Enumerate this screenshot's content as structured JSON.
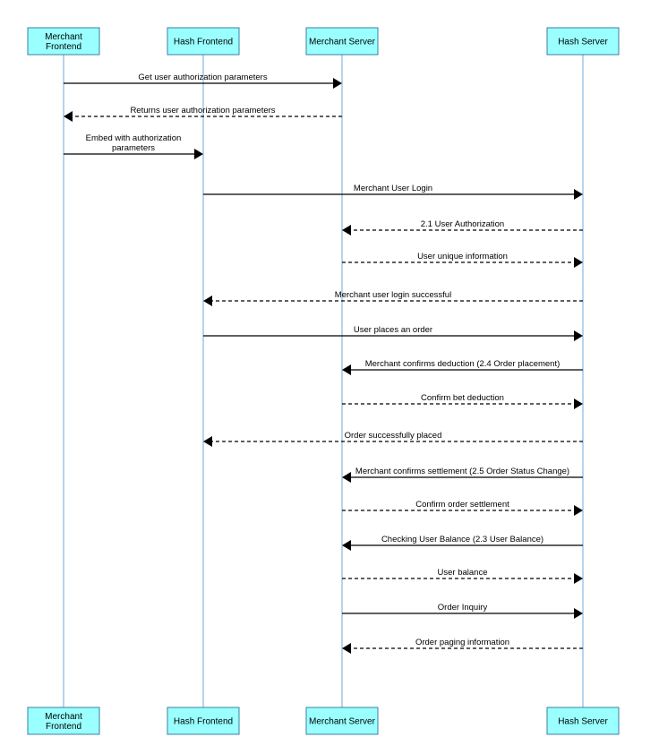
{
  "participants": [
    {
      "id": "mf",
      "label": "Merchant\nFrontend"
    },
    {
      "id": "hf",
      "label": "Hash Frontend"
    },
    {
      "id": "ms",
      "label": "Merchant Server"
    },
    {
      "id": "hs",
      "label": "Hash Server"
    }
  ],
  "messages": [
    {
      "from": "mf",
      "to": "ms",
      "label": "Get user authorization parameters",
      "style": "solid"
    },
    {
      "from": "ms",
      "to": "mf",
      "label": "Returns user authorization parameters",
      "style": "dashed"
    },
    {
      "from": "mf",
      "to": "hf",
      "label": "Embed with authorization\nparameters",
      "style": "solid"
    },
    {
      "from": "hf",
      "to": "hs",
      "label": "Merchant User Login",
      "style": "solid"
    },
    {
      "from": "hs",
      "to": "ms",
      "label": "2.1 User Authorization",
      "style": "dashed"
    },
    {
      "from": "ms",
      "to": "hs",
      "label": "User unique information",
      "style": "dashed"
    },
    {
      "from": "hs",
      "to": "hf",
      "label": "Merchant user login successful",
      "style": "dashed"
    },
    {
      "from": "hf",
      "to": "hs",
      "label": "User places an order",
      "style": "solid"
    },
    {
      "from": "hs",
      "to": "ms",
      "label": "Merchant confirms deduction (2.4 Order placement)",
      "style": "solid"
    },
    {
      "from": "ms",
      "to": "hs",
      "label": "Confirm bet deduction",
      "style": "dashed"
    },
    {
      "from": "hs",
      "to": "hf",
      "label": "Order successfully placed",
      "style": "dashed"
    },
    {
      "from": "hs",
      "to": "ms",
      "label": "Merchant confirms settlement (2.5 Order Status Change)",
      "style": "solid"
    },
    {
      "from": "ms",
      "to": "hs",
      "label": "Confirm order settlement",
      "style": "dashed"
    },
    {
      "from": "hs",
      "to": "ms",
      "label": "Checking User Balance (2.3 User Balance)",
      "style": "solid"
    },
    {
      "from": "ms",
      "to": "hs",
      "label": "User balance",
      "style": "dashed"
    },
    {
      "from": "ms",
      "to": "hs",
      "label": "Order Inquiry",
      "style": "solid"
    },
    {
      "from": "hs",
      "to": "ms",
      "label": "Order paging information",
      "style": "dashed"
    }
  ]
}
